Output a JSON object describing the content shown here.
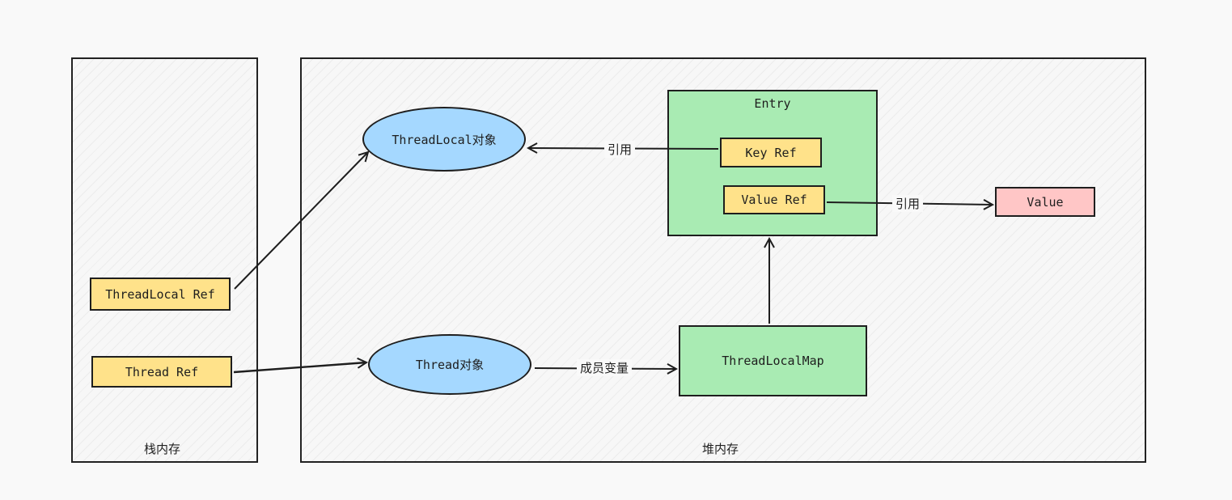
{
  "regions": {
    "stack": {
      "label": "栈内存"
    },
    "heap": {
      "label": "堆内存"
    }
  },
  "nodes": {
    "threadlocal_ref": "ThreadLocal Ref",
    "thread_ref": "Thread Ref",
    "threadlocal_object": "ThreadLocal对象",
    "thread_object": "Thread对象",
    "threadlocalmap": "ThreadLocalMap",
    "entry": "Entry",
    "key_ref": "Key Ref",
    "value_ref": "Value Ref",
    "value": "Value"
  },
  "edges": {
    "key_ref_to_threadlocal": "引用",
    "value_ref_to_value": "引用",
    "thread_to_map": "成员变量"
  },
  "colors": {
    "ref_fill": "#ffe28a",
    "map_fill": "#a9ebb3",
    "object_fill": "#a5d8ff",
    "value_fill": "#ffc6c6",
    "stroke": "#1e1e1e"
  }
}
